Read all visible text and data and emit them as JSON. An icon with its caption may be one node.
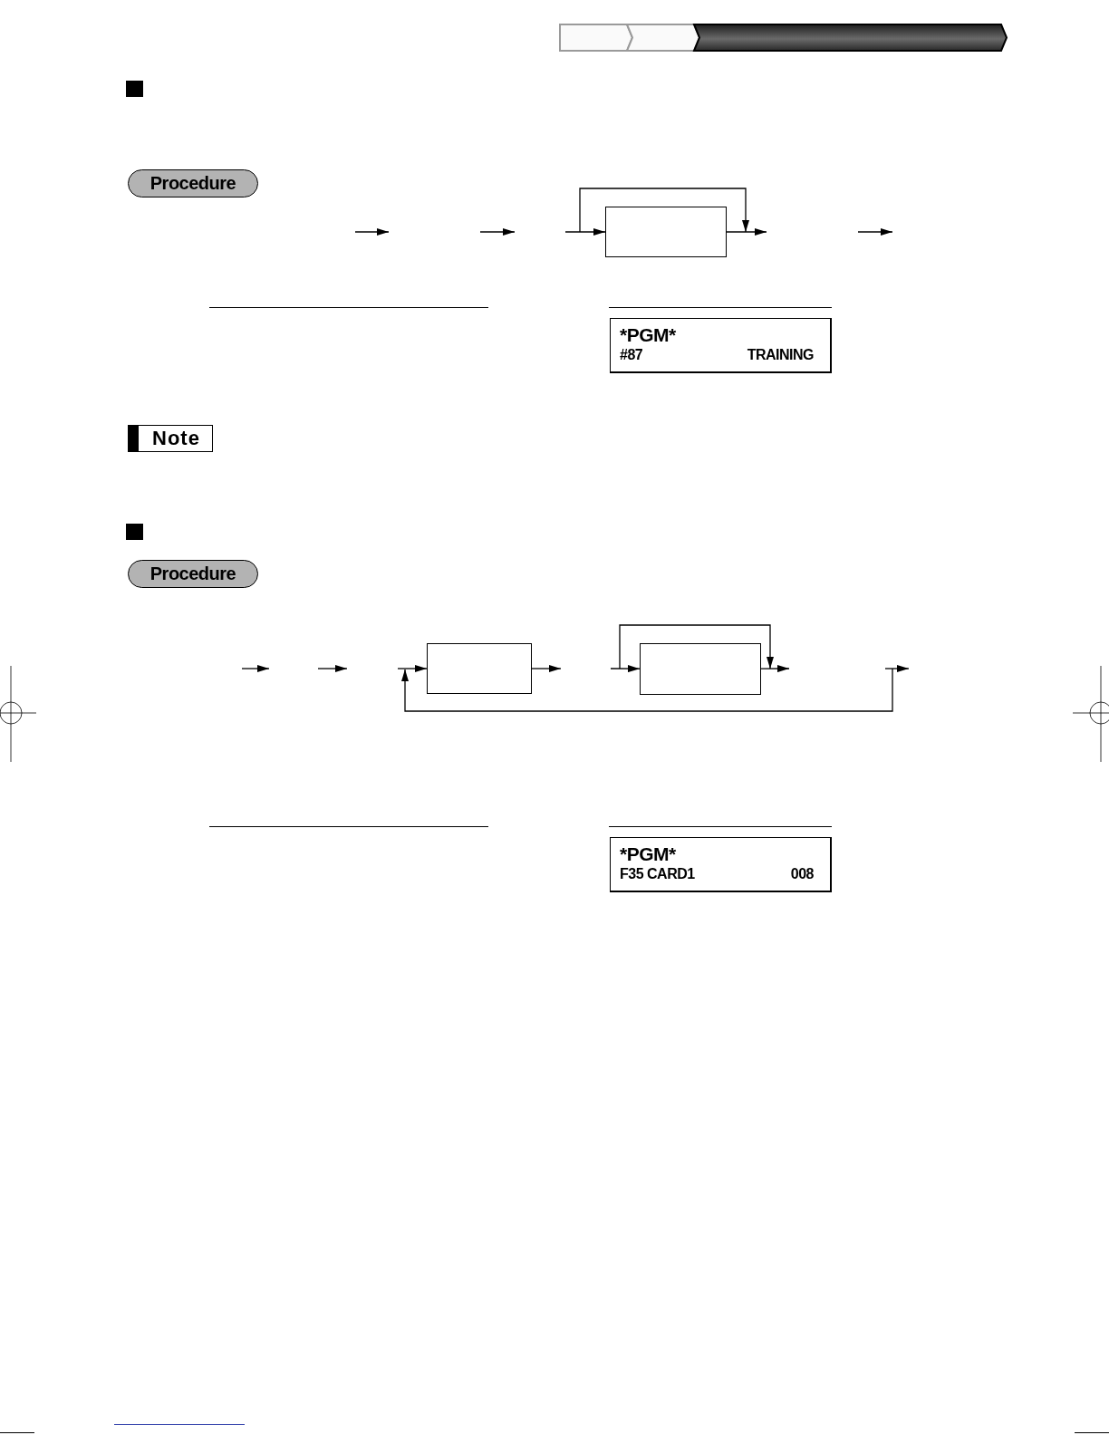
{
  "diagram": {
    "nodes": [
      {
        "text": [
          "Procedure"
        ]
      },
      {
        "text": [],
        "shape": "box"
      },
      {
        "text": [
          "*PGM*",
          "#87",
          "TRAINING"
        ]
      },
      {
        "text": [
          "Note"
        ]
      },
      {
        "text": [
          "Procedure"
        ]
      },
      {
        "text": [],
        "shape": "box"
      },
      {
        "text": [],
        "shape": "box"
      },
      {
        "text": [
          "*PGM*",
          "F35 CARD1",
          "008"
        ]
      }
    ],
    "edges": [
      {
        "from": null,
        "to": 1,
        "arrow": "to"
      },
      {
        "from": 1,
        "to": null,
        "arrow": "to"
      },
      {
        "from": null,
        "to": 5,
        "arrow": "to"
      },
      {
        "from": 5,
        "to": null,
        "arrow": "to"
      },
      {
        "from": null,
        "to": 6,
        "arrow": "to"
      },
      {
        "from": 6,
        "to": null,
        "arrow": "to"
      }
    ]
  }
}
